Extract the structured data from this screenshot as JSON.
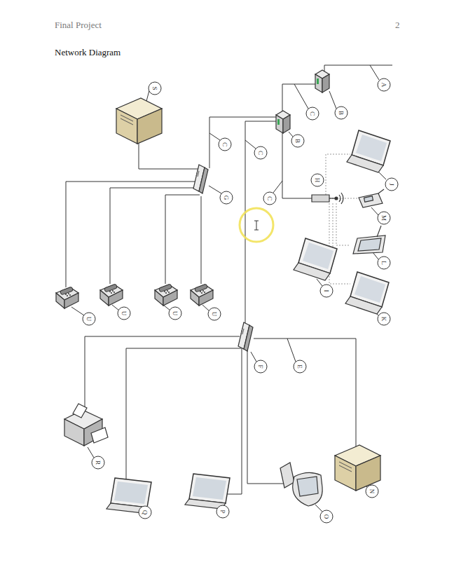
{
  "diagram": {
    "title": "Network Diagram",
    "labels": [
      "Final Project",
      "2",
      "A",
      "S",
      "B",
      "C",
      "B",
      "C",
      "C",
      "H",
      "J",
      "G",
      "C",
      "M",
      "L",
      "I",
      "U",
      "U",
      "U",
      "K",
      "U",
      "F",
      "E",
      "R",
      "N",
      "P",
      "Q",
      "O"
    ]
  }
}
